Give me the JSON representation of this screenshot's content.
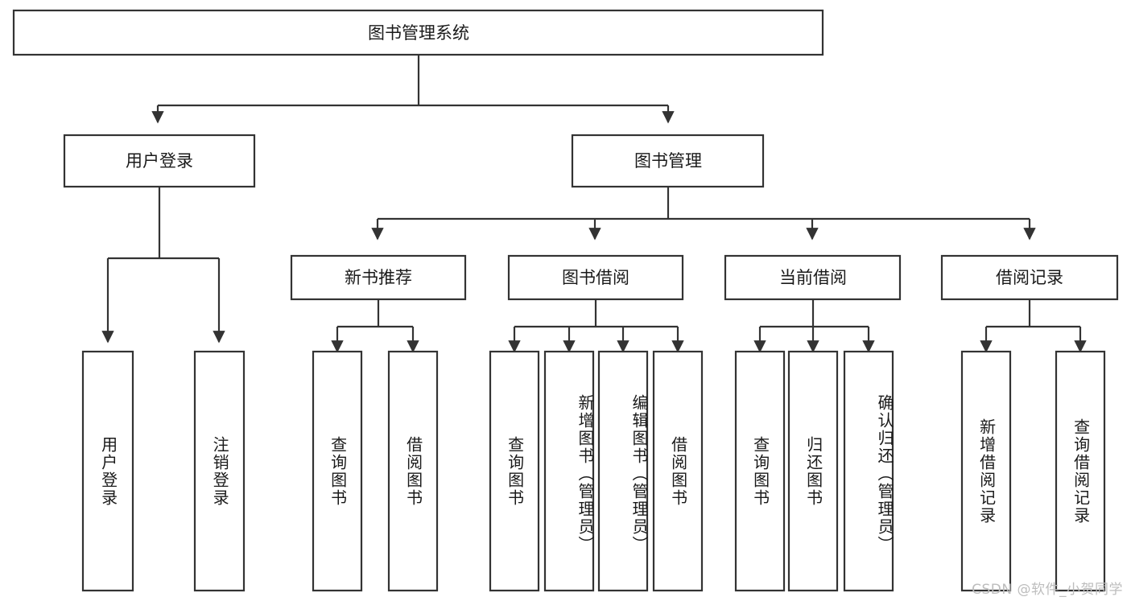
{
  "diagram": {
    "type": "tree",
    "title": "图书管理系统",
    "orientation": "top-down",
    "background_color": "#ffffff",
    "box_stroke_color": "#333333",
    "text_color": "#1a1a1a"
  },
  "nodes": {
    "root": {
      "label": "图书管理系统",
      "level": 0,
      "orientation": "horizontal"
    },
    "l1": [
      {
        "label": "用户登录",
        "level": 1,
        "orientation": "horizontal"
      },
      {
        "label": "图书管理",
        "level": 1,
        "orientation": "horizontal"
      }
    ],
    "l2": [
      {
        "label": "新书推荐",
        "level": 2,
        "orientation": "horizontal"
      },
      {
        "label": "图书借阅",
        "level": 2,
        "orientation": "horizontal"
      },
      {
        "label": "当前借阅",
        "level": 2,
        "orientation": "horizontal"
      },
      {
        "label": "借阅记录",
        "level": 2,
        "orientation": "horizontal"
      }
    ],
    "leaves": [
      {
        "label": "用户登录",
        "parent": "用户登录",
        "orientation": "vertical"
      },
      {
        "label": "注销登录",
        "parent": "用户登录",
        "orientation": "vertical"
      },
      {
        "label": "查询图书",
        "parent": "新书推荐",
        "orientation": "vertical"
      },
      {
        "label": "借阅图书",
        "parent": "新书推荐",
        "orientation": "vertical"
      },
      {
        "label": "查询图书",
        "parent": "图书借阅",
        "orientation": "vertical"
      },
      {
        "label": "新增图书（管理员）",
        "parent": "图书借阅",
        "orientation": "vertical"
      },
      {
        "label": "编辑图书（管理员）",
        "parent": "图书借阅",
        "orientation": "vertical"
      },
      {
        "label": "借阅图书",
        "parent": "图书借阅",
        "orientation": "vertical"
      },
      {
        "label": "查询图书",
        "parent": "当前借阅",
        "orientation": "vertical"
      },
      {
        "label": "归还图书",
        "parent": "当前借阅",
        "orientation": "vertical"
      },
      {
        "label": "确认归还（管理员）",
        "parent": "当前借阅",
        "orientation": "vertical"
      },
      {
        "label": "新增借阅记录",
        "parent": "借阅记录",
        "orientation": "vertical"
      },
      {
        "label": "查询借阅记录",
        "parent": "借阅记录",
        "orientation": "vertical"
      }
    ]
  },
  "watermark": {
    "text": "CSDN @软件_小贺同学"
  }
}
